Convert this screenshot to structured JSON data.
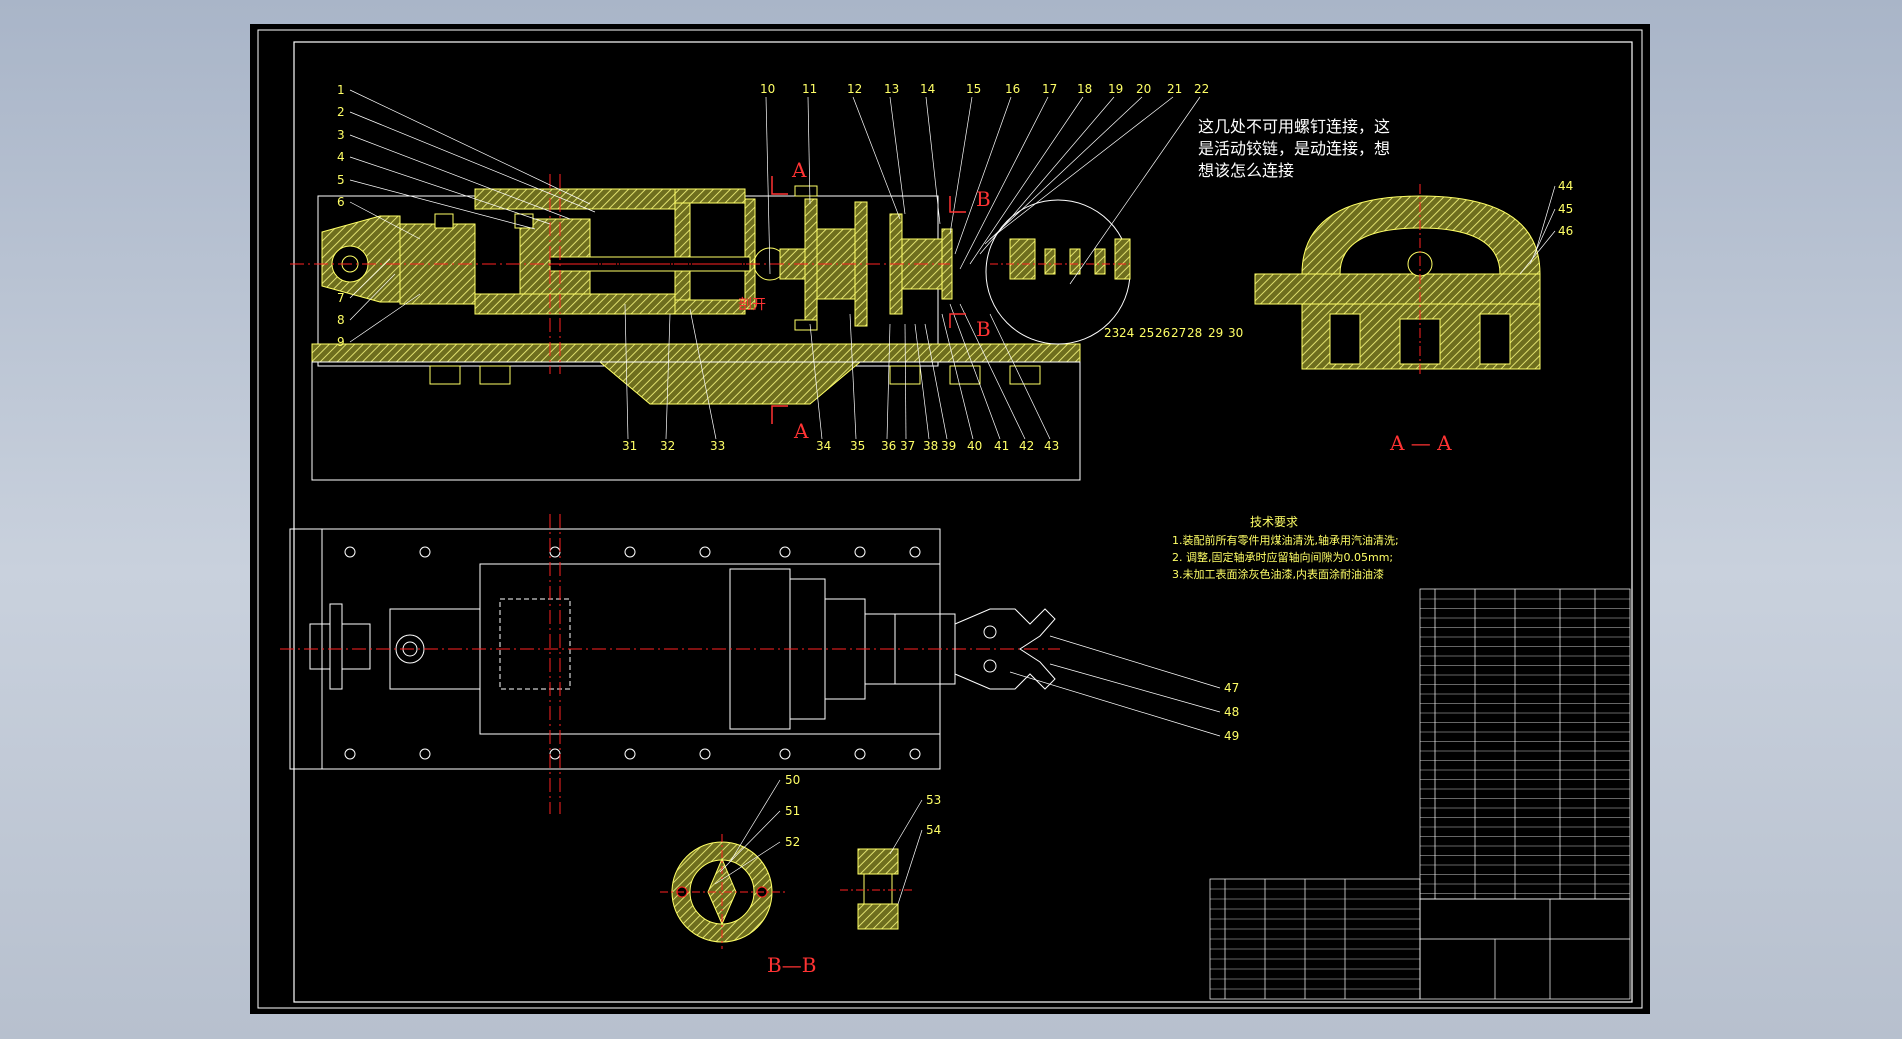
{
  "callouts": [
    "1",
    "2",
    "3",
    "4",
    "5",
    "6",
    "7",
    "8",
    "9",
    "10",
    "11",
    "12",
    "13",
    "14",
    "15",
    "16",
    "17",
    "18",
    "19",
    "20",
    "21",
    "22",
    "23",
    "24",
    "25",
    "26",
    "27",
    "28",
    "29",
    "30",
    "31",
    "32",
    "33",
    "34",
    "35",
    "36",
    "37",
    "38",
    "39",
    "40",
    "41",
    "42",
    "43",
    "44",
    "45",
    "46",
    "47",
    "48",
    "49",
    "50",
    "51",
    "52",
    "53",
    "54"
  ],
  "section_labels": {
    "a_top": "A",
    "a_bottom": "A",
    "b_top": "B",
    "b_bottom": "B",
    "cut_note": "剖开",
    "aa_view": "A — A",
    "bb_view": "B—B"
  },
  "note": {
    "line1": "这几处不可用螺钉连接，这",
    "line2": "是活动铰链，是动连接，想",
    "line3": "想该怎么连接"
  },
  "tech_req": {
    "title": "技术要求",
    "items": [
      "1.装配前所有零件用煤油清洗,轴承用汽油清洗;",
      "2. 调整,固定轴承时应留轴向间隙为0.05mm;",
      "3.未加工表面涂灰色油漆,内表面涂耐油油漆"
    ]
  },
  "colors": {
    "sheet": "#000000",
    "frame": "#ffffff",
    "part": "#ffff66",
    "hatch": "#c8c84a",
    "center": "#ff2222",
    "callout": "#ffff66"
  },
  "icons": {
    "hinge": "clevis-pin",
    "gripper": "mechanical-claw"
  }
}
